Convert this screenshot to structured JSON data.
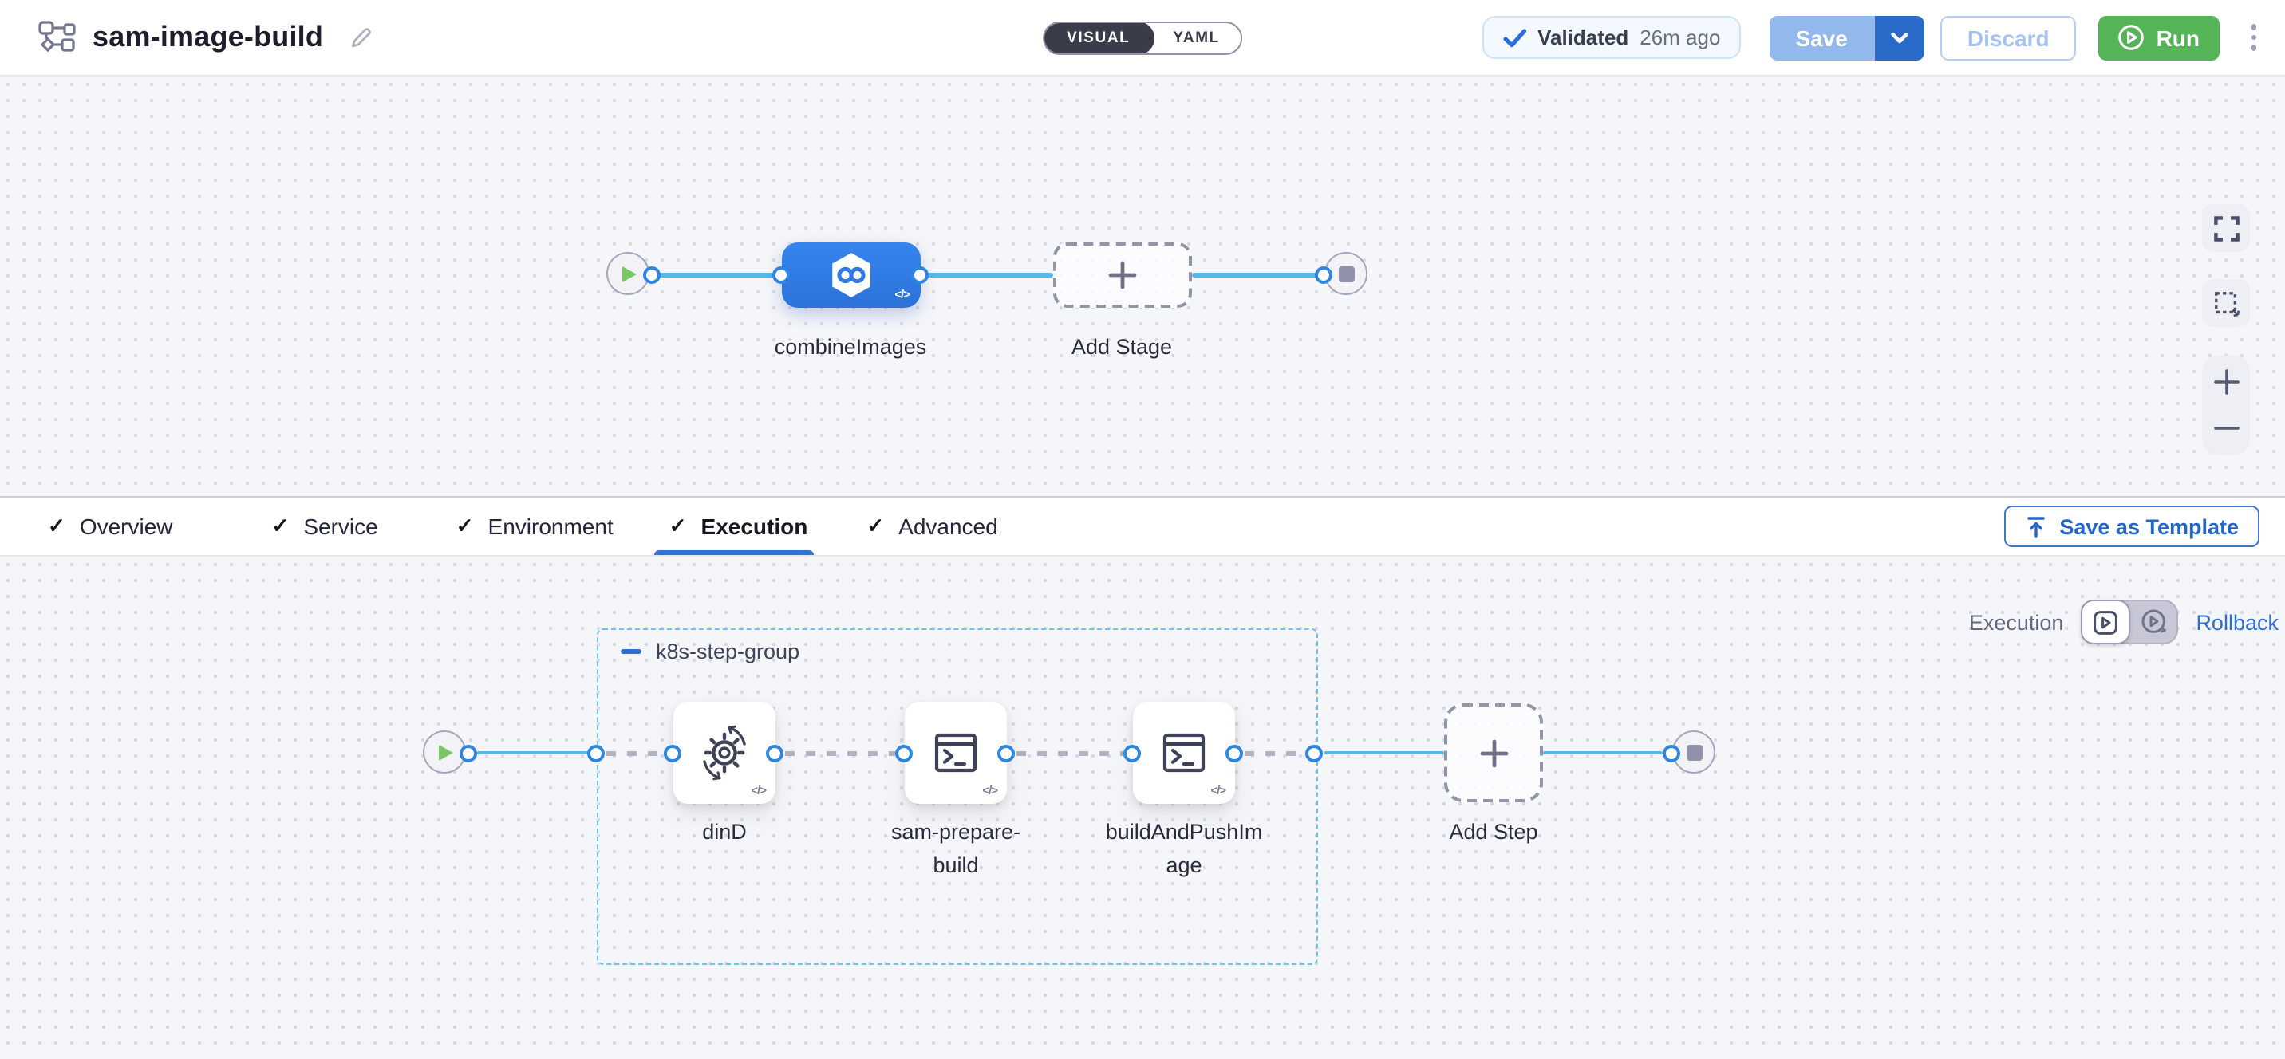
{
  "header": {
    "title": "sam-image-build",
    "mode_toggle": {
      "visual": "VISUAL",
      "yaml": "YAML"
    },
    "validated_badge": {
      "label": "Validated",
      "time": "26m ago"
    },
    "save_button": "Save",
    "discard_button": "Discard",
    "run_button": "Run"
  },
  "stage_canvas": {
    "stage_name": "combineImages",
    "add_stage": "Add Stage"
  },
  "tab_bar": {
    "tabs": [
      {
        "label": "Overview",
        "active": false
      },
      {
        "label": "Service",
        "active": false
      },
      {
        "label": "Environment",
        "active": false
      },
      {
        "label": "Execution",
        "active": true
      },
      {
        "label": "Advanced",
        "active": false
      }
    ],
    "save_as_template": "Save as Template"
  },
  "execution_canvas": {
    "mode_label": "Execution",
    "rollback_link": "Rollback",
    "step_group": {
      "name": "k8s-step-group"
    },
    "steps": [
      {
        "name": "dinD",
        "icon": "service-dependency-icon"
      },
      {
        "name": "sam-prepare-build",
        "icon": "terminal-icon"
      },
      {
        "name": "buildAndPushImage",
        "icon": "terminal-icon"
      }
    ],
    "add_step": "Add Step"
  },
  "icons": {
    "check_glyph": "✓",
    "code_glyph": "</>"
  },
  "colors": {
    "accent_blue": "#2f6fd2",
    "stage_blue": "#2e7ce4",
    "edge_blue": "#58b7e9",
    "port_blue": "#2f86e2",
    "run_green": "#55b457",
    "group_border": "#69c6e9",
    "tab_underline": "#2e74d8",
    "validated_check": "#2b6fdd"
  }
}
